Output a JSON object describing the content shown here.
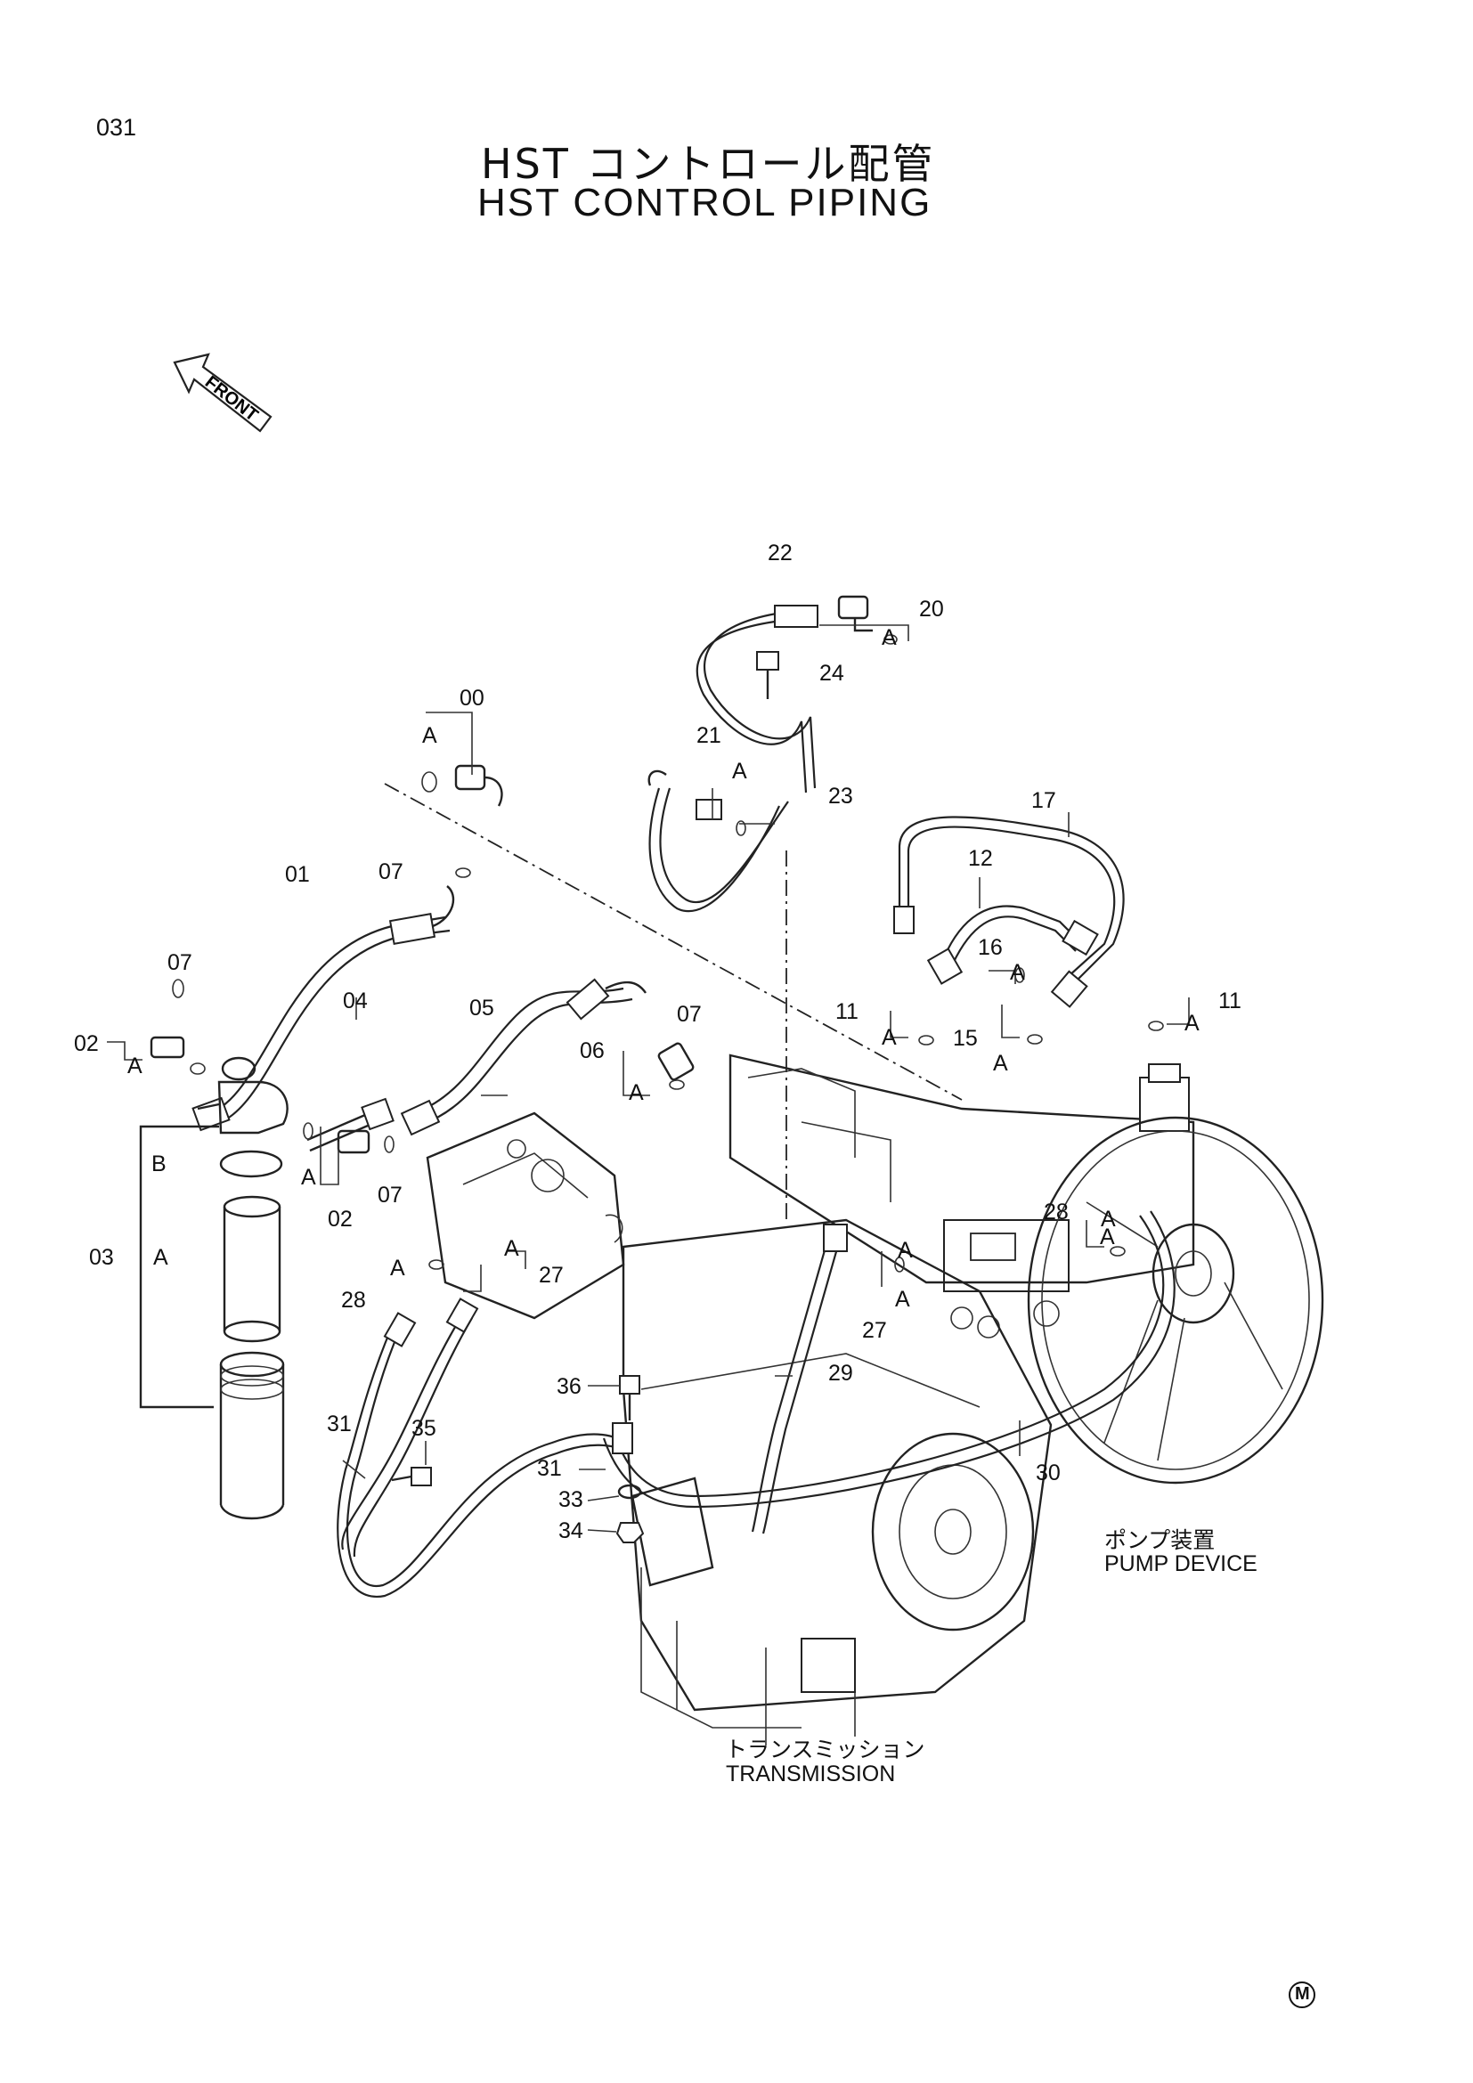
{
  "page_number": "031",
  "title_jp": "HST コントロール配管",
  "title_en": "HST CONTROL PIPING",
  "front_arrow_label": "FRONT",
  "pump_device": {
    "jp": "ポンプ装置",
    "en": "PUMP DEVICE"
  },
  "transmission": {
    "jp": "トランスミッション",
    "en": "TRANSMISSION"
  },
  "copyright_mark": "M",
  "callouts": {
    "c00": "00",
    "c01": "01",
    "c02a": "02",
    "c02b": "02",
    "c03": "03",
    "c04": "04",
    "c05": "05",
    "c06": "06",
    "c07a": "07",
    "c07b": "07",
    "c07c": "07",
    "c07d": "07",
    "c11a": "11",
    "c11b": "11",
    "c12": "12",
    "c15": "15",
    "c16": "16",
    "c17": "17",
    "c20": "20",
    "c21": "21",
    "c22": "22",
    "c23": "23",
    "c24": "24",
    "c27a": "27",
    "c27b": "27",
    "c28a": "28",
    "c28b": "28",
    "c29": "29",
    "c30": "30",
    "c31a": "31",
    "c31b": "31",
    "c33": "33",
    "c34": "34",
    "c35": "35",
    "c36": "36"
  },
  "letters": {
    "a1": "A",
    "a2": "A",
    "a3": "A",
    "a4": "A",
    "a5": "A",
    "a6": "A",
    "a7": "A",
    "a8": "A",
    "a9": "A",
    "a10": "A",
    "a11": "A",
    "a12": "A",
    "a13": "A",
    "a14": "A",
    "a15": "A",
    "a16": "A",
    "a17": "A",
    "b1": "B"
  }
}
